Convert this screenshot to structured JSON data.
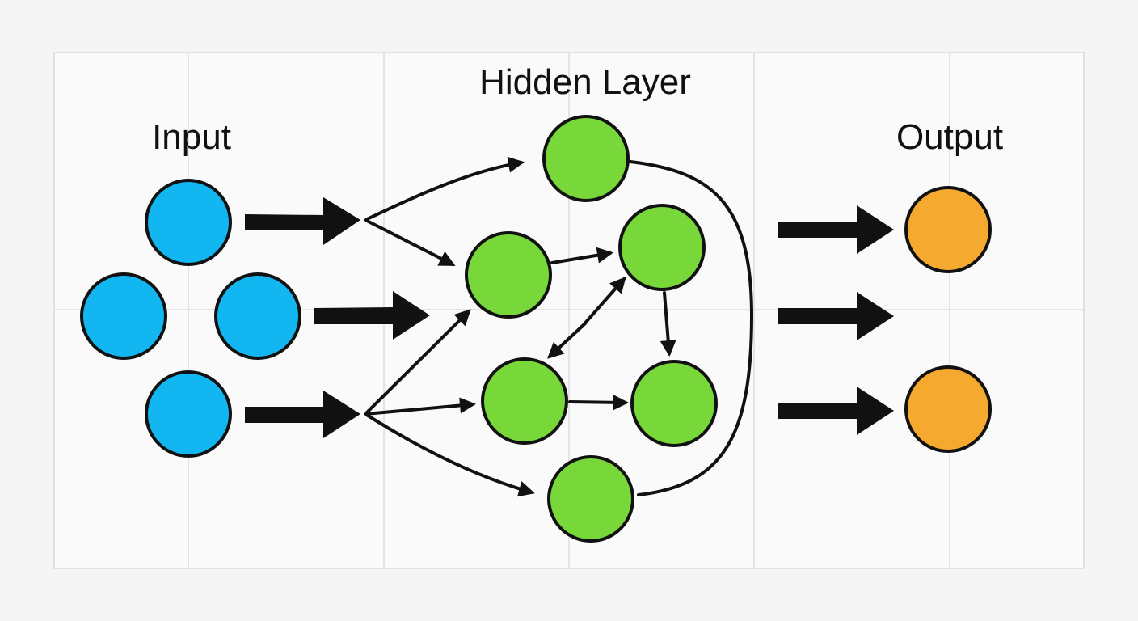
{
  "diagram": {
    "labels": {
      "input": "Input",
      "hidden": "Hidden Layer",
      "output": "Output"
    },
    "colors": {
      "background": "#f5f5f5",
      "panel": "#fafafa",
      "grid": "#d9d9d9",
      "input_fill": "#12b7f2",
      "input_shade": "#0a97d6",
      "hidden_fill": "#78d83a",
      "hidden_shade": "#4fae22",
      "output_fill": "#f6a92f",
      "output_shade": "#e2881c",
      "stroke": "#111111"
    }
  }
}
